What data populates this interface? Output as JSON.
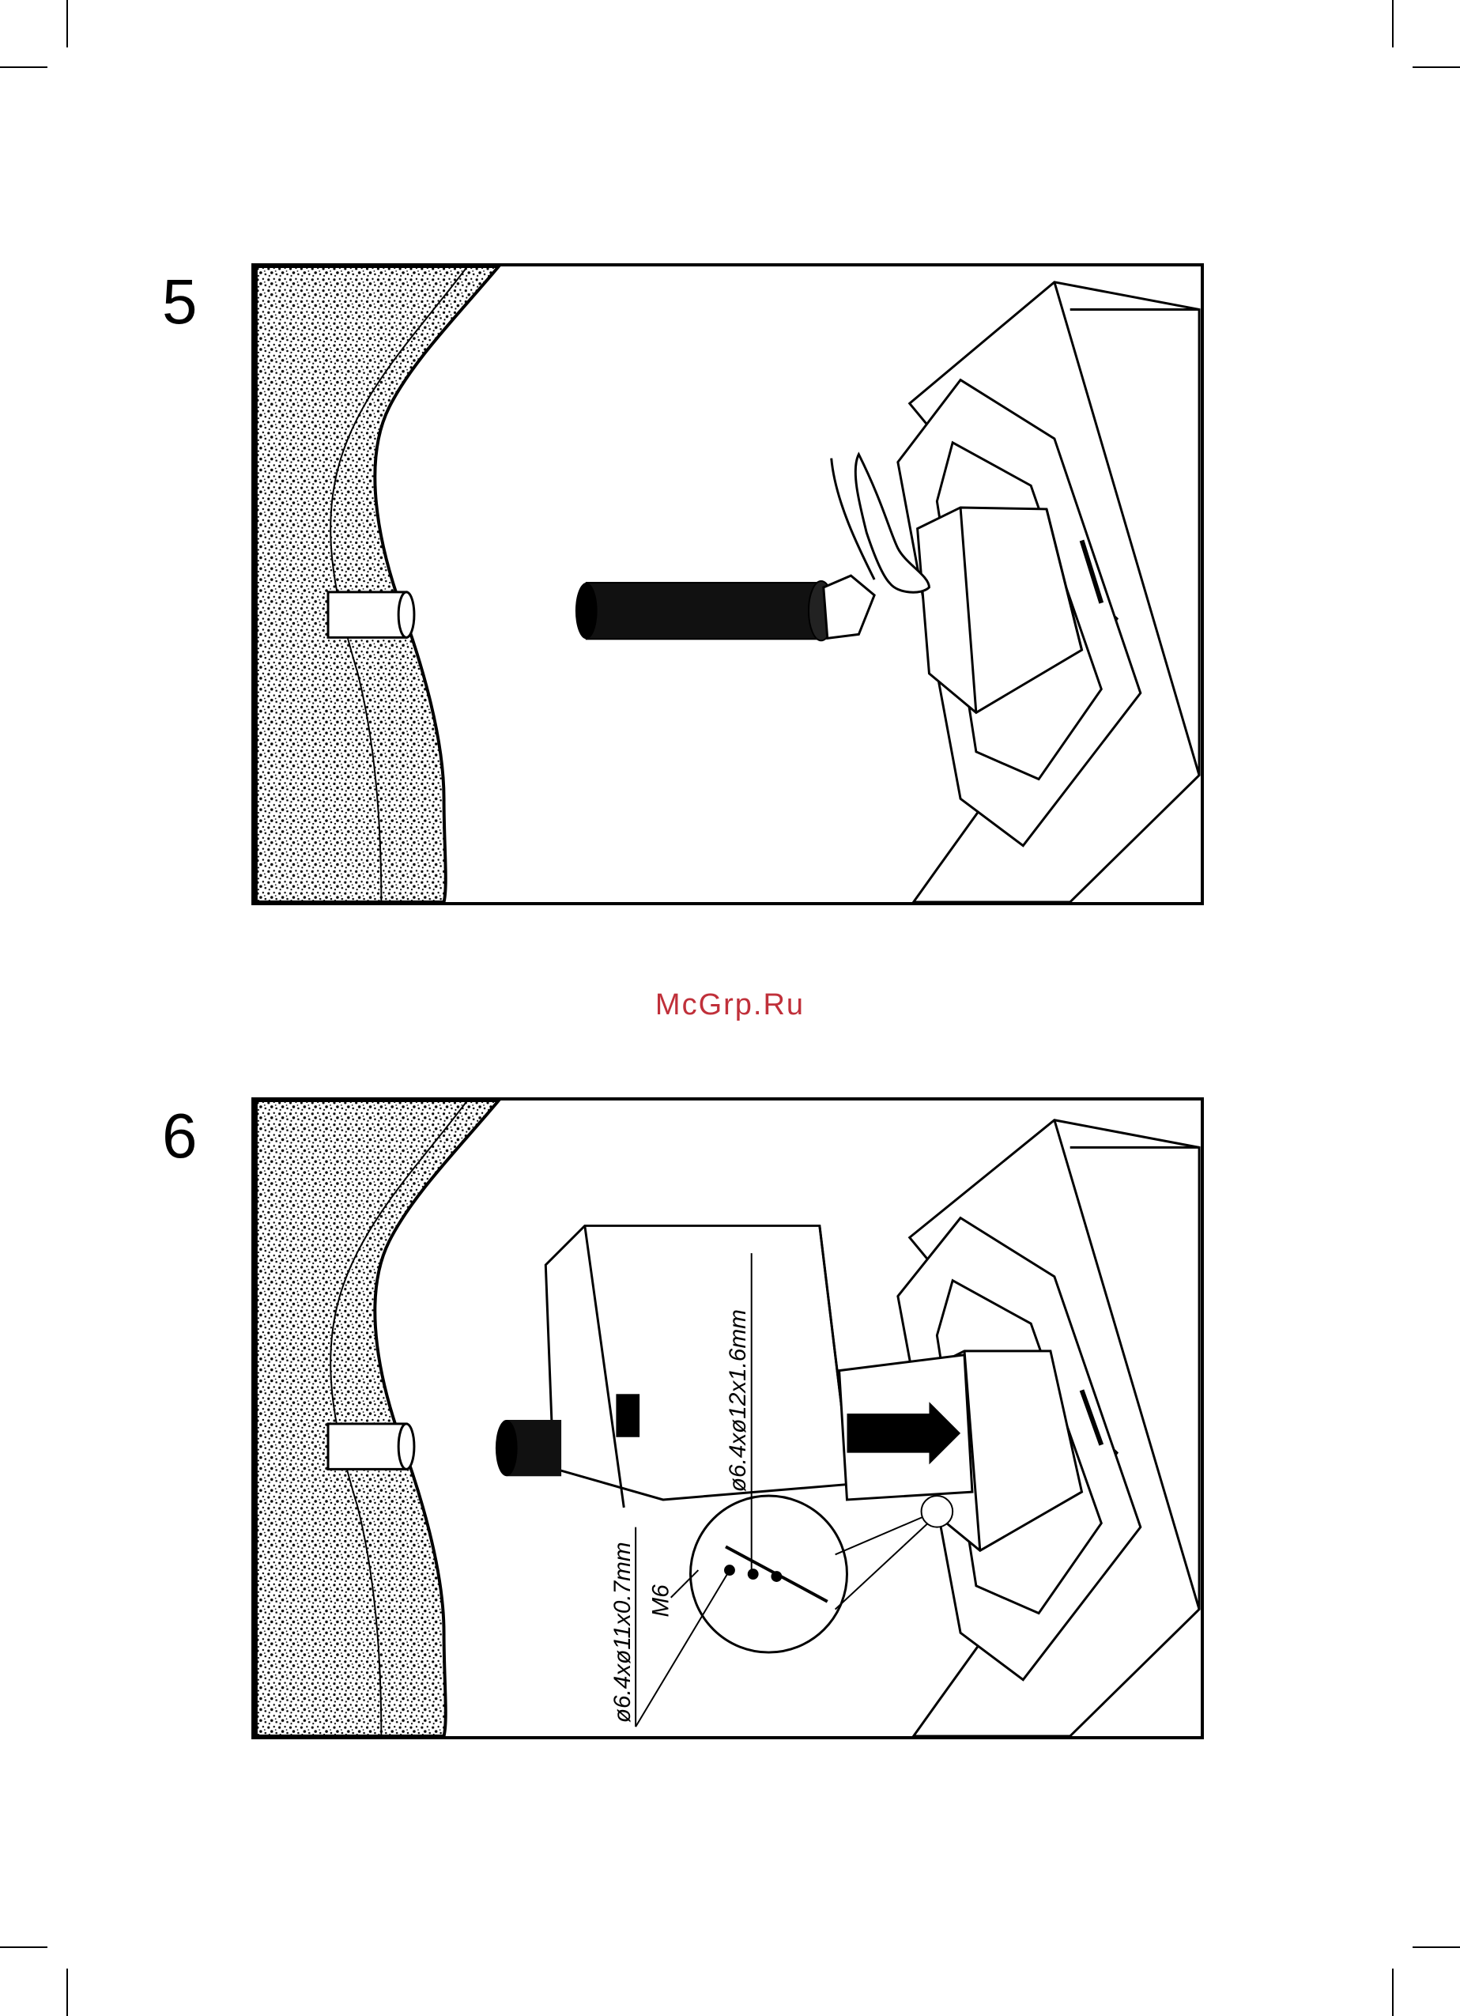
{
  "steps": [
    {
      "number": "5"
    },
    {
      "number": "6",
      "labels": {
        "washer_large": "ø6.4xø12x1.6mm",
        "washer_small": "ø6.4xø11x0.7mm",
        "bolt": "M6"
      }
    }
  ],
  "watermark": {
    "text": "McGrp.Ru",
    "color": "#c0303a"
  },
  "colors": {
    "ink": "#000000",
    "paper": "#ffffff"
  }
}
